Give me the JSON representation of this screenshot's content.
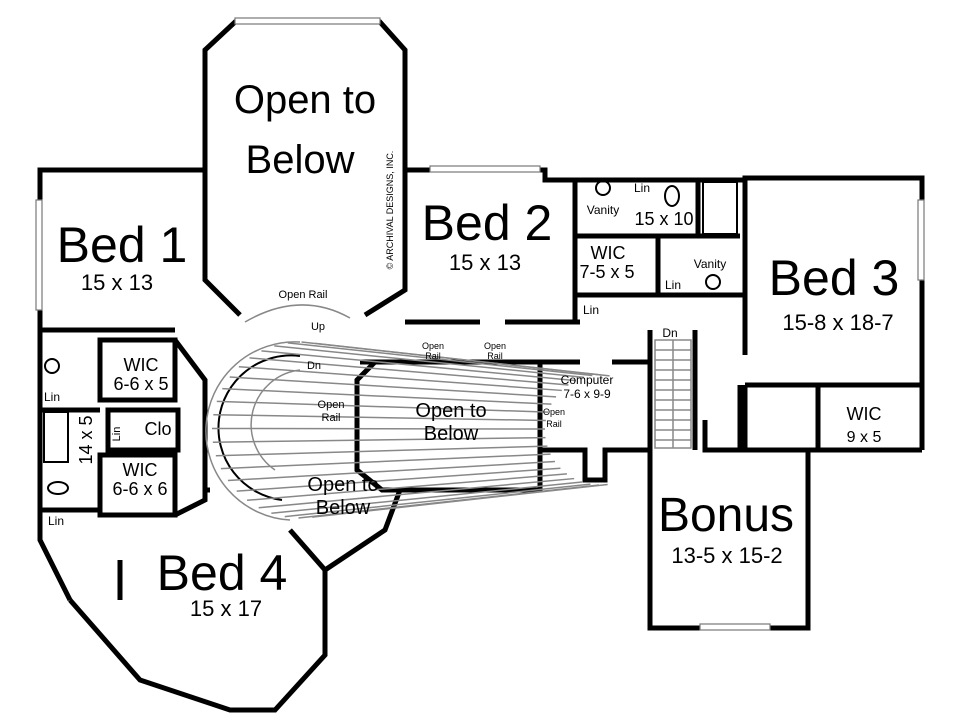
{
  "plan": {
    "copyright": "© ARCHIVAL DESIGNS, INC.",
    "rooms": {
      "open_top": {
        "line1": "Open to",
        "line2": "Below"
      },
      "bed1": {
        "name": "Bed 1",
        "size": "15 x 13"
      },
      "bed2": {
        "name": "Bed 2",
        "size": "15 x 13"
      },
      "bath2": {
        "vanity1": "Vanity",
        "size": "15 x 10",
        "vanity2": "Vanity",
        "lin1": "Lin",
        "lin2": "Lin"
      },
      "wic2": {
        "name": "WIC",
        "size": "7-5 x 5"
      },
      "lin_hall": "Lin",
      "bed3": {
        "name": "Bed 3",
        "size": "15-8 x 18-7"
      },
      "wic3": {
        "name": "WIC",
        "size": "9 x 5"
      },
      "computer": {
        "name": "Computer",
        "size": "7-6 x 9-9"
      },
      "open_center": {
        "line1": "Open to",
        "line2": "Below"
      },
      "open_lower": {
        "line1": "Open to",
        "line2": "Below"
      },
      "bonus": {
        "name": "Bonus",
        "size": "13-5 x 15-2"
      },
      "bed4": {
        "name": "Bed 4",
        "size": "15 x 17"
      },
      "wic1a": {
        "name": "WIC",
        "size": "6-6 x 5"
      },
      "wic1b": {
        "name": "WIC",
        "size": "6-6 x 6"
      },
      "clo": "Clo",
      "bath1": {
        "size": "14 x 5",
        "lin1": "Lin",
        "lin2": "Lin",
        "lin3": "Lin"
      }
    },
    "annotations": {
      "open_rail_top": "Open Rail",
      "up": "Up",
      "dn_spiral": "Dn",
      "open_rail_spiral": {
        "line1": "Open",
        "line2": "Rail"
      },
      "open_rail_a": {
        "line1": "Open",
        "line2": "Rail"
      },
      "open_rail_b": {
        "line1": "Open",
        "line2": "Rail"
      },
      "open_rail_computer": {
        "line1": "Open",
        "line2": "Rail"
      },
      "dn_stair": "Dn"
    }
  }
}
